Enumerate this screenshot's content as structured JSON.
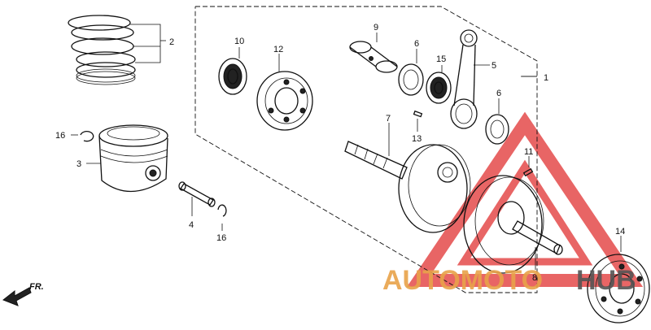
{
  "diagram": {
    "callouts": {
      "p1": "1",
      "p2": "2",
      "p3": "3",
      "p4": "4",
      "p5": "5",
      "p6a": "6",
      "p6b": "6",
      "p7": "7",
      "p8": "8",
      "p9": "9",
      "p10": "10",
      "p11": "11",
      "p12": "12",
      "p13": "13",
      "p14": "14",
      "p15": "15",
      "p16a": "16",
      "p16b": "16"
    },
    "direction_label": "FR."
  },
  "watermark": {
    "text_a": "AUTOMOTO",
    "text_b": "HUB",
    "color_accent": "#e8a24a",
    "color_dark": "#555555",
    "triangle_color": "#e23b3b"
  }
}
